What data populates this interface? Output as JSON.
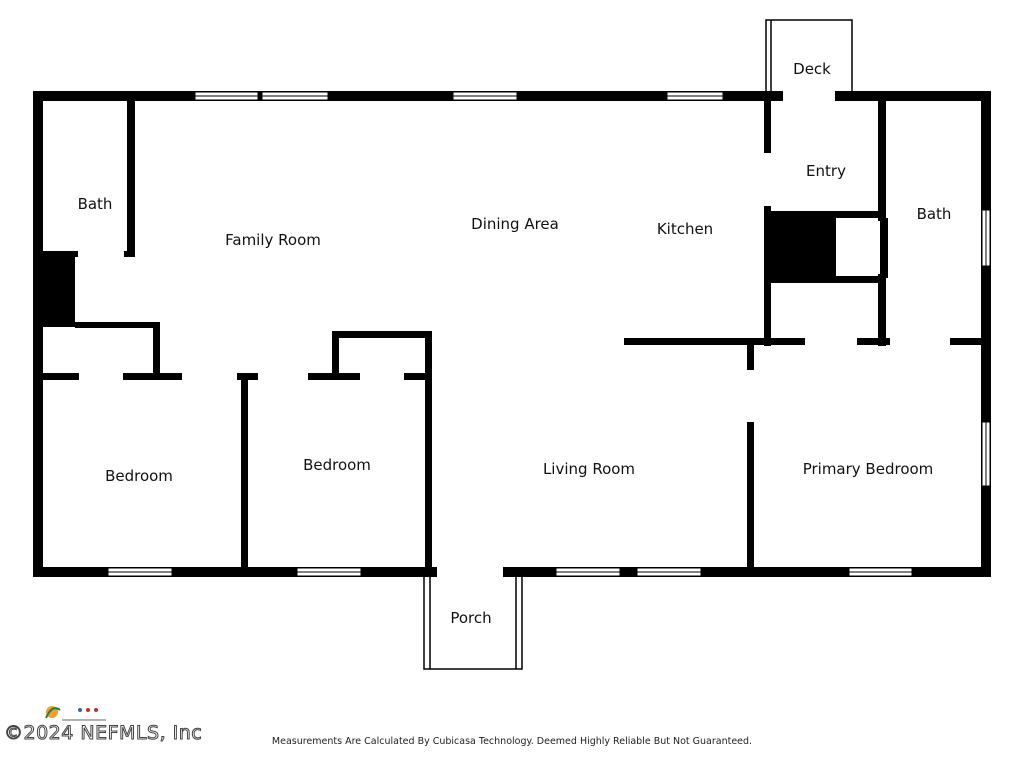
{
  "rooms": {
    "deck": "Deck",
    "entry": "Entry",
    "bath_left": "Bath",
    "bath_right": "Bath",
    "family_room": "Family Room",
    "dining_area": "Dining Area",
    "kitchen": "Kitchen",
    "bedroom_left": "Bedroom",
    "bedroom_middle": "Bedroom",
    "living_room": "Living Room",
    "primary_bedroom": "Primary Bedroom",
    "porch": "Porch"
  },
  "footer": {
    "copyright": "©2024 NEFMLS, Inc",
    "disclaimer": "Measurements Are Calculated By Cubicasa Technology. Deemed Highly Reliable But Not Guaranteed."
  },
  "colors": {
    "wall": "#000000",
    "background": "#ffffff",
    "window": "#ffffff"
  }
}
